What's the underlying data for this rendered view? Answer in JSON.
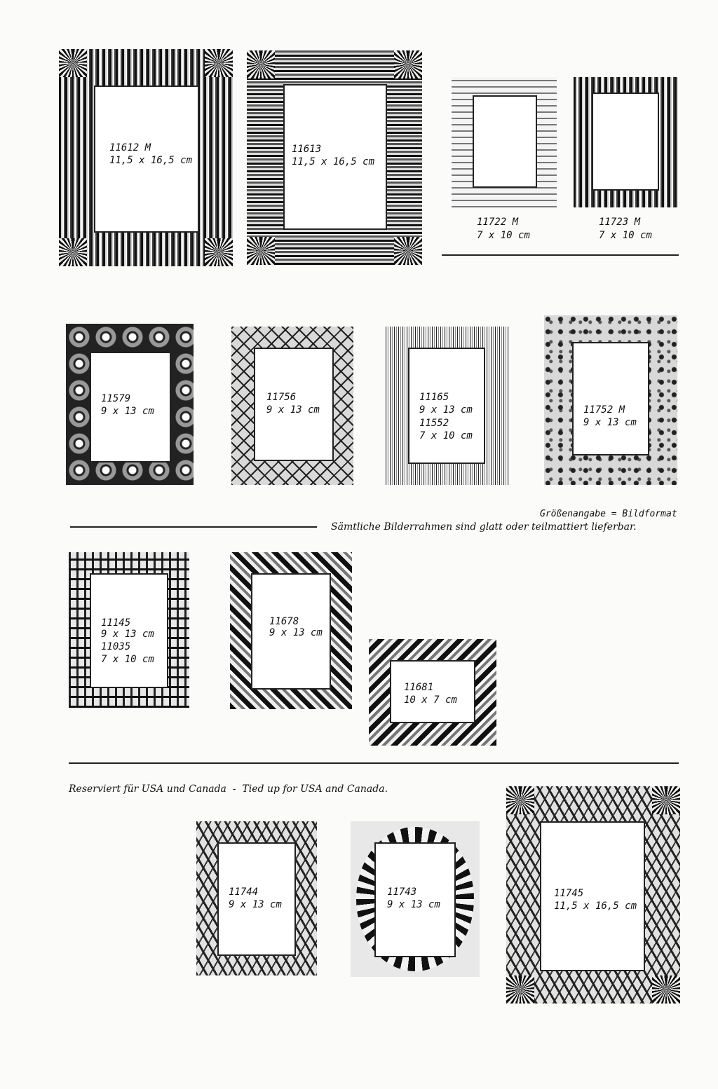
{
  "row1": {
    "f11612": {
      "code": "11612 M",
      "size": "11,5 x 16,5 cm"
    },
    "f11613": {
      "code": "11613",
      "size": "11,5 x 16,5 cm"
    },
    "f11722": {
      "code": "11722 M",
      "size": "7 x 10 cm"
    },
    "f11723": {
      "code": "11723 M",
      "size": "7 x 10 cm"
    }
  },
  "row2": {
    "f11579": {
      "code": "11579",
      "size": "9 x 13 cm"
    },
    "f11756": {
      "code": "11756",
      "size": "9 x 13 cm"
    },
    "f11165": {
      "code": "11165",
      "size": "9 x 13 cm",
      "code2": "11552",
      "size2": "7 x 10 cm"
    },
    "f11752": {
      "code": "11752 M",
      "size": "9 x 13 cm"
    }
  },
  "notes": {
    "size_note": "Größenangabe = Bildformat",
    "finish_note": "Sämtliche Bilderrahmen sind glatt oder teilmattiert lieferbar."
  },
  "row3": {
    "f11145": {
      "code": "11145",
      "size": "9 x 13 cm",
      "code2": "11035",
      "size2": "7 x 10 cm"
    },
    "f11678": {
      "code": "11678",
      "size": "9 x 13 cm"
    },
    "f11681": {
      "code": "11681",
      "size": "10 x 7 cm"
    }
  },
  "reserved_note": "Reserviert für USA und Canada  -  Tied up for USA and Canada.",
  "row4": {
    "f11744": {
      "code": "11744",
      "size": "9 x 13 cm"
    },
    "f11743": {
      "code": "11743",
      "size": "9 x 13 cm"
    },
    "f11745": {
      "code": "11745",
      "size": "11,5 x 16,5 cm"
    }
  }
}
